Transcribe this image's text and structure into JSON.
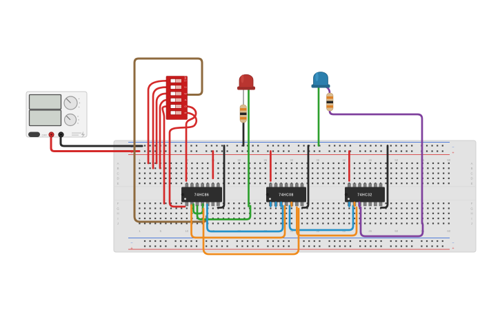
{
  "power_supply": {
    "off_label": "OFF"
  },
  "dip_switch": {
    "on_label": "ON",
    "position_labels": [
      "1",
      "2",
      "3",
      "4",
      "5",
      "6"
    ]
  },
  "breadboard": {
    "column_labels": [
      "1",
      "5",
      "10",
      "15",
      "20",
      "25",
      "30",
      "35",
      "40",
      "45",
      "50",
      "55",
      "60"
    ],
    "upper_row_labels": [
      "A",
      "B",
      "C",
      "D",
      "E"
    ],
    "lower_row_labels": [
      "F",
      "G",
      "H",
      "I",
      "J"
    ],
    "rail_minus_label": "−",
    "rail_plus_label": "+"
  },
  "ics": [
    {
      "label": "74HC86"
    },
    {
      "label": "74HC08"
    },
    {
      "label": "74HC32"
    }
  ],
  "colors": {
    "board": "#e3e3e3",
    "board_edge": "#cfcfcf",
    "hole": "#424242",
    "label_gray": "#a5a5a5",
    "rail_blue": "#4f7bd9",
    "rail_red": "#d95252",
    "ic_body": "#2d2d2d",
    "ic_pin": "#7d7d7d",
    "ic_label": "#d6d6d6",
    "wire_red": "#d42a2a",
    "wire_black": "#2a2a2a",
    "wire_brown": "#8e6a3e",
    "wire_green": "#2da02d",
    "wire_blue": "#2492c9",
    "wire_orange": "#ef8b1d",
    "wire_purple": "#7e3f9d",
    "lead_gray": "#909090",
    "led_red": "#b93530",
    "led_red_rim": "#9e2d2a",
    "led_blue": "#2b7fad",
    "led_blue_rim": "#26688c",
    "dip_body": "#c81c1c",
    "dip_slot": "#a81111",
    "dip_track": "#e8b5ae",
    "dip_nub": "#fafafa",
    "dip_text": "#f2c4c0",
    "resistor_body": "#d9ba8e",
    "resistor_bands": [
      "#dd8127",
      "#262626",
      "#dd8127"
    ],
    "supply_body": "#f2f2f2",
    "supply_screen": "#cdd3cc",
    "terminal_red": "#d03030",
    "terminal_black": "#333333"
  }
}
